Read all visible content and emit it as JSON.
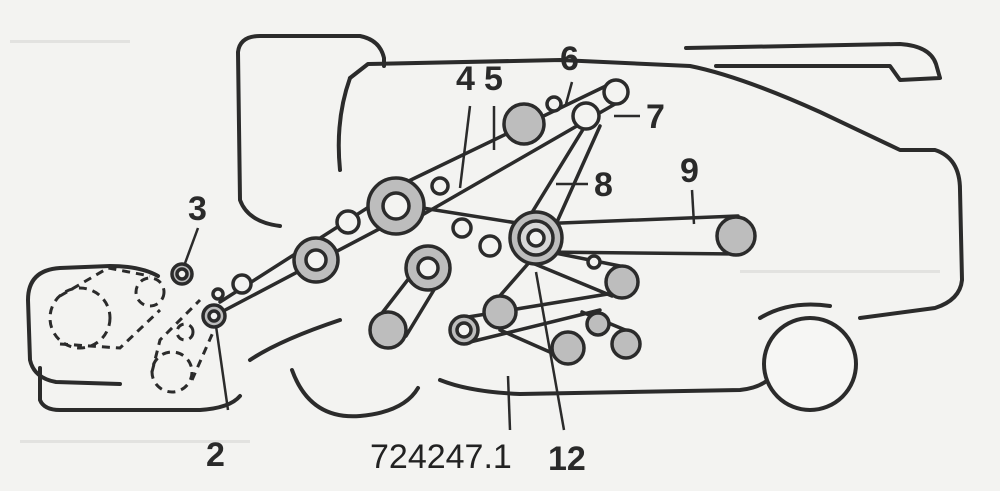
{
  "callouts": {
    "c2": "2",
    "c3": "3",
    "c4": "4",
    "c5": "5",
    "c6": "6",
    "c7": "7",
    "c8": "8",
    "c9": "9",
    "c12": "12"
  },
  "doc_number": "724247.1",
  "colors": {
    "background": "#f3f3f1",
    "outline": "#2b2b2b",
    "pulley_fill": "#bdbdbd",
    "ghost_text": "#e2e2e0"
  }
}
